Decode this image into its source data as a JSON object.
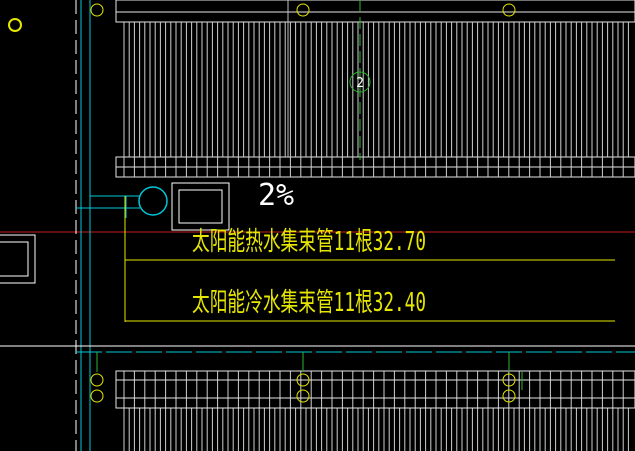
{
  "drawing": {
    "background": "#000000",
    "colors": {
      "white": "#e6e6e6",
      "cyan": "#00c8d8",
      "yellow": "#e6e600",
      "green": "#2fb52f",
      "red": "#c81e1e"
    },
    "annotations": {
      "axis_number": "2",
      "slope": "2%",
      "hot_pipe": "太阳能热水集束管11根32.70",
      "cold_pipe": "太阳能冷水集束管11根32.40"
    }
  }
}
